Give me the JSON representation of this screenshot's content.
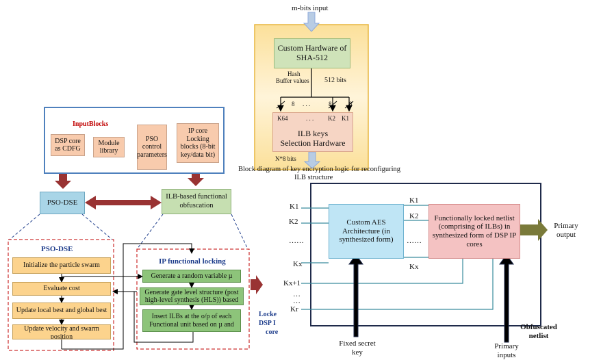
{
  "sha_panel": {
    "input_label": "m-bits input",
    "sha_block": "Custom Hardware of SHA-512",
    "hash_label_1": "Hash",
    "hash_label_2": "Buffer values",
    "bits_512": "512 bits",
    "eight_1": "8",
    "dots_1": ". . .",
    "eight_2": "8",
    "eight_3": "8",
    "k64": "K64",
    "k_dots": ". . .",
    "k2": "K2",
    "k1": "K1",
    "ilb_keys_1": "ILB keys",
    "ilb_keys_2": "Selection Hardware",
    "n8bits": "N*8 bits",
    "caption_1": "Block diagram of key encryption logic for reconfiguring",
    "caption_2": "ILB structure"
  },
  "input_blocks": {
    "title": "InputBlocks",
    "dsp_core": "DSP core as CDFG",
    "module_library": "Module library",
    "pso_params": "PSO control parameters",
    "ip_core": "IP core Locking blocks (8-bit key/data bit)"
  },
  "pso_dse": {
    "label": "PSO-DSE",
    "panel_title": "PSO-DSE",
    "step1": "Initialize the particle swarm",
    "step2": "Evaluate cost",
    "step3": "Update local best and global best",
    "step4": "Update velocity and swarm position"
  },
  "ilb": {
    "label": "ILB-based functional obfuscation",
    "panel_title": "IP functional locking",
    "step1": "Generate a random variable µ",
    "step2": "Generate gate level structure (post high-level synthesis (HLS)) based",
    "step3": "Insert ILBs at the o/p of each Functional unit based on µ and"
  },
  "output_label": {
    "line1": "Locke",
    "line2": "DSP I",
    "line3": "core"
  },
  "netlist": {
    "k1": "K1",
    "k2": "K2",
    "dots_a": "……",
    "kx": "Kx",
    "kx1": "Kx+1",
    "dots_b": "…",
    "dots_c": "…",
    "kr": "Kr",
    "k1p": "K1",
    "k2p": "K2",
    "dots_p": "……",
    "kxp": "Kx",
    "aes_block": "Custom AES Architecture (in synthesized form)",
    "locked_block": "Functionally locked netlist (comprising of ILBs) in synthesized form of DSP IP cores",
    "primary_output": "Primary output",
    "fixed_key": "Fixed secret key",
    "primary_inputs": "Primary inputs",
    "obfuscated": "Obfuscated netlist"
  },
  "colors": {
    "sha_bg": "#fbe3a3",
    "sha_border": "#e7b53f",
    "sha_block": "#cfe3b9",
    "ilb_keys": "#f6d5c4",
    "input_border": "#4f81bd",
    "input_box": "#f8cbad",
    "pso_box": "#a9d5e7",
    "ilb_box": "#c6dfb1",
    "step_orange": "#fcd38d",
    "step_green": "#8dc47a",
    "dashed_red": "#c00000",
    "fat_arrow": "#993333",
    "aes": "#bfe5f5",
    "locked": "#f4c2c2",
    "line_teal": "#3a8c9e",
    "olive": "#7a7a3a"
  }
}
